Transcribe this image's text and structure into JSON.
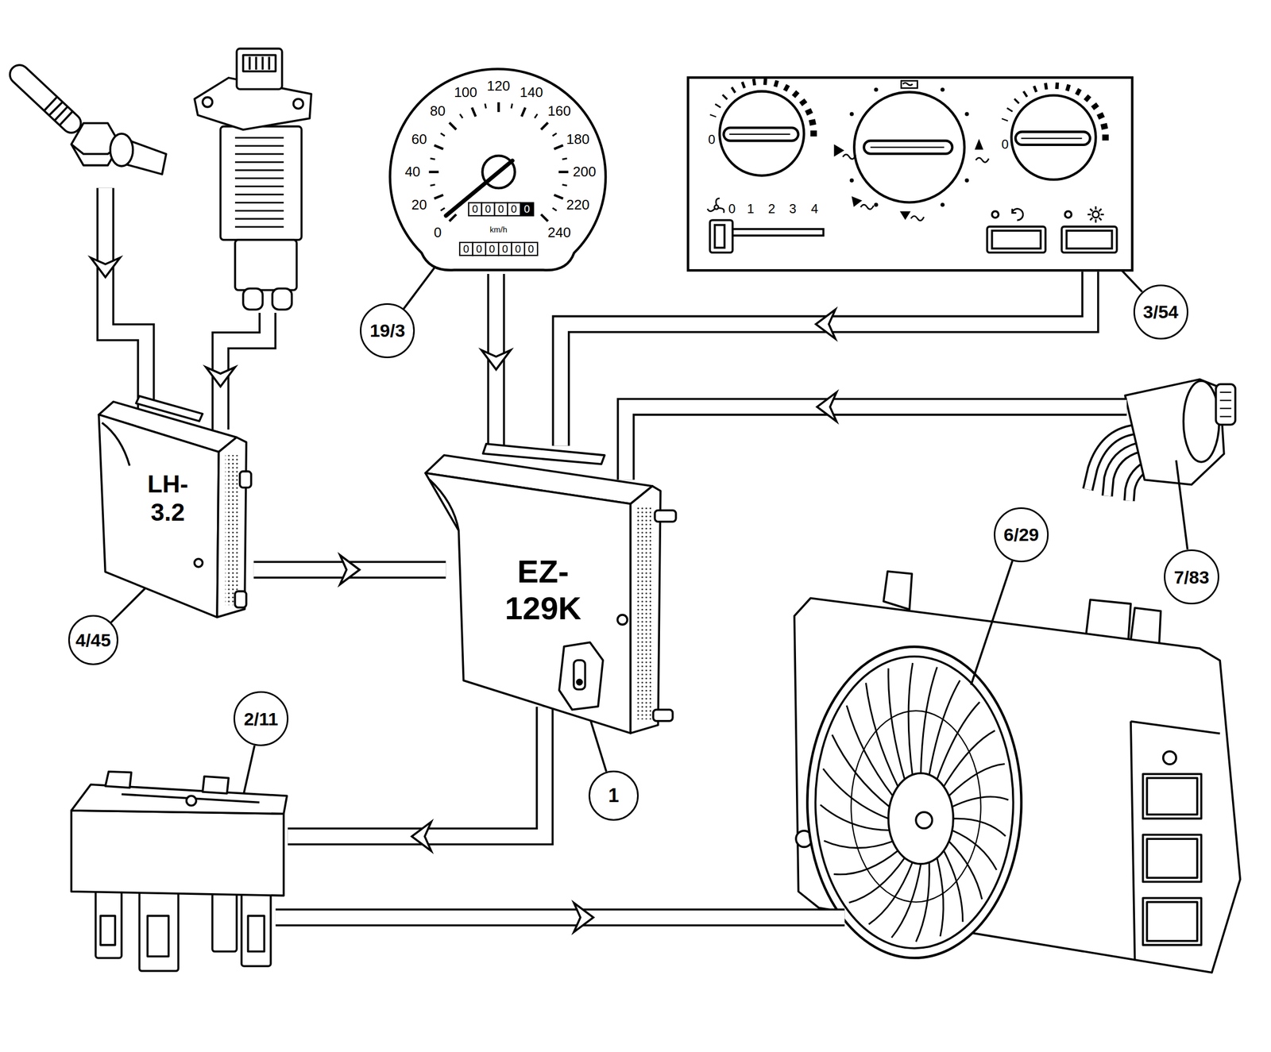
{
  "diagram": {
    "nodes": [
      {
        "text": [
          "0",
          "20",
          "40",
          "60",
          "80",
          "100",
          "120",
          "140",
          "160",
          "180",
          "200",
          "220",
          "240",
          "km/h",
          "0000",
          "0",
          "000000"
        ]
      },
      {
        "text": [
          "0",
          "0",
          "0",
          "1",
          "2",
          "3",
          "4"
        ]
      },
      {
        "text": [
          "19/3"
        ]
      },
      {
        "text": [
          "3/54"
        ]
      },
      {
        "text": [
          "LH- 3.2"
        ]
      },
      {
        "text": [
          "EZ- 129K"
        ]
      },
      {
        "text": [
          "6/29"
        ]
      },
      {
        "text": [
          "7/83"
        ]
      },
      {
        "text": [
          "4/45"
        ]
      },
      {
        "text": [
          "2/11"
        ]
      },
      {
        "text": [
          "1"
        ]
      }
    ],
    "edges": [
      {
        "from": 0,
        "to": 5,
        "arrow": "to"
      },
      {
        "from": 1,
        "to": 5,
        "arrow": "to"
      },
      {
        "from": 4,
        "to": 5,
        "arrow": "to"
      }
    ]
  }
}
